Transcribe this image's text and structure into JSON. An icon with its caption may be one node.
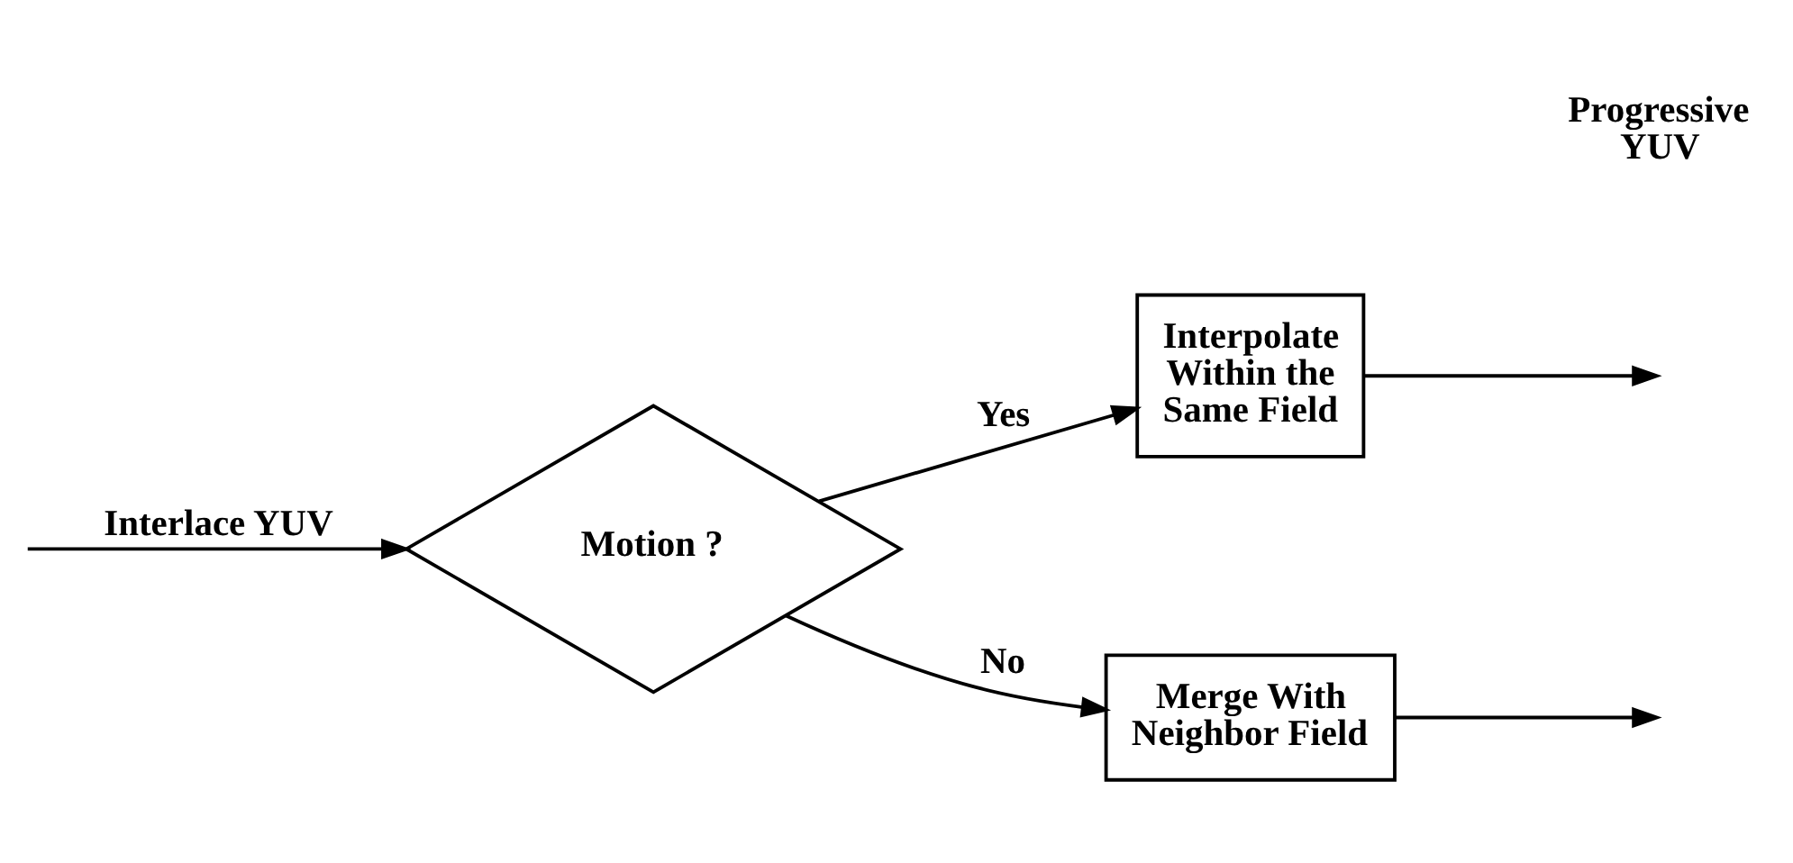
{
  "diagram": {
    "nodes": [
      {
        "text": [
          "Motion ?"
        ]
      },
      {
        "text": [
          "Interpolate Within the Same Field"
        ]
      },
      {
        "text": [
          "Merge With Neighbor Field"
        ]
      }
    ],
    "edges": [
      {
        "from": null,
        "to": 0,
        "arrow": "to",
        "label": "Interlace YUV"
      },
      {
        "from": 0,
        "to": 1,
        "arrow": "to",
        "label": "Yes"
      },
      {
        "from": 0,
        "to": 2,
        "arrow": "to",
        "label": "No"
      },
      {
        "from": 1,
        "to": null,
        "arrow": "to"
      },
      {
        "from": 2,
        "to": null,
        "arrow": "to"
      }
    ],
    "labels": [
      "Progressive YUV"
    ]
  }
}
